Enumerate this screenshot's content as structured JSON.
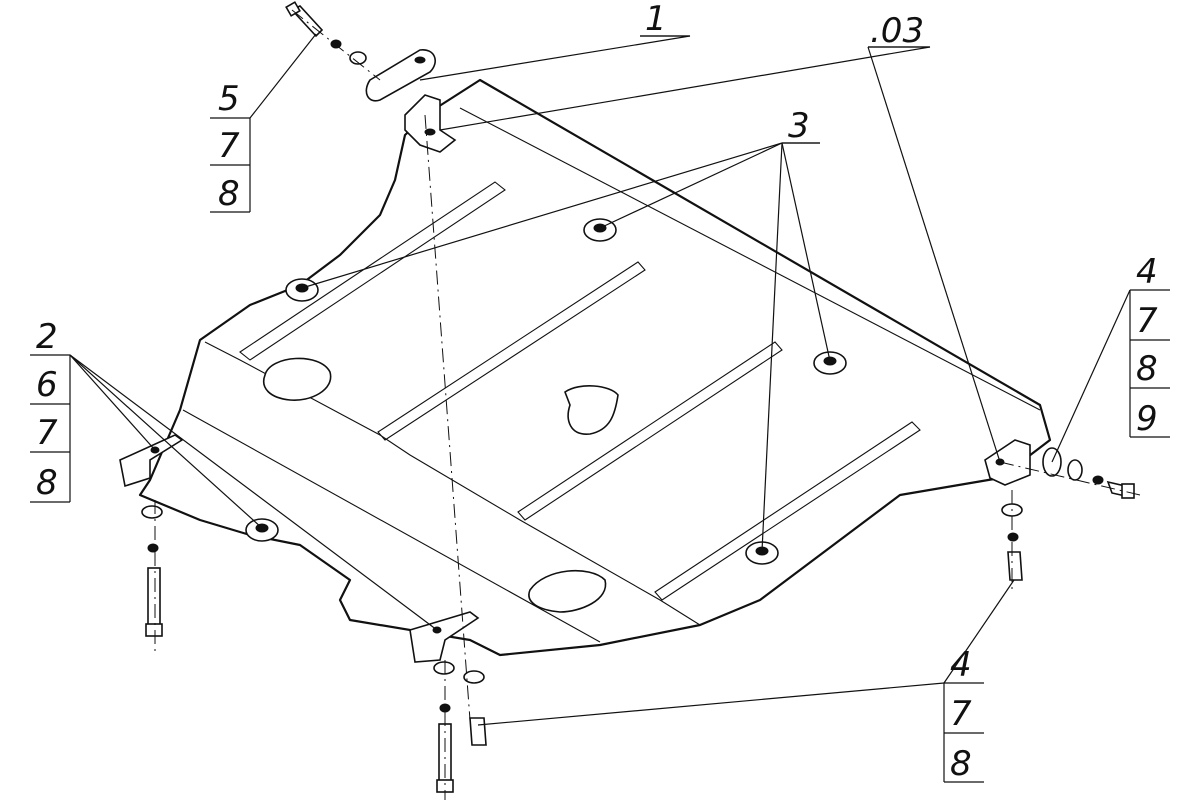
{
  "drawing": {
    "callouts": {
      "top_left": [
        "5",
        "7",
        "8"
      ],
      "top_part": "1",
      "top_ref": ".03",
      "middle": "3",
      "left": [
        "2",
        "6",
        "7",
        "8"
      ],
      "right": [
        "4",
        "7",
        "8",
        "9"
      ],
      "bottom": [
        "4",
        "7",
        "8"
      ]
    },
    "line_color": "#111111",
    "background": "#ffffff"
  }
}
